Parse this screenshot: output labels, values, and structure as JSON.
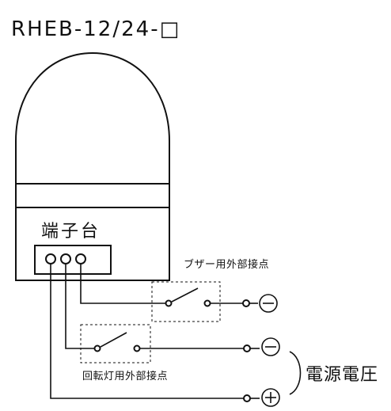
{
  "title": "RHEB-12/24-□",
  "terminal_block_label": "端子台",
  "buzzer_contact_label": "ブザー用外部接点",
  "rotary_light_contact_label": "回転灯用外部接点",
  "power_supply_label": "電源電圧",
  "terminal_symbols": {
    "minus_top": "⊖",
    "minus_mid": "⊖",
    "plus": "⊕"
  }
}
